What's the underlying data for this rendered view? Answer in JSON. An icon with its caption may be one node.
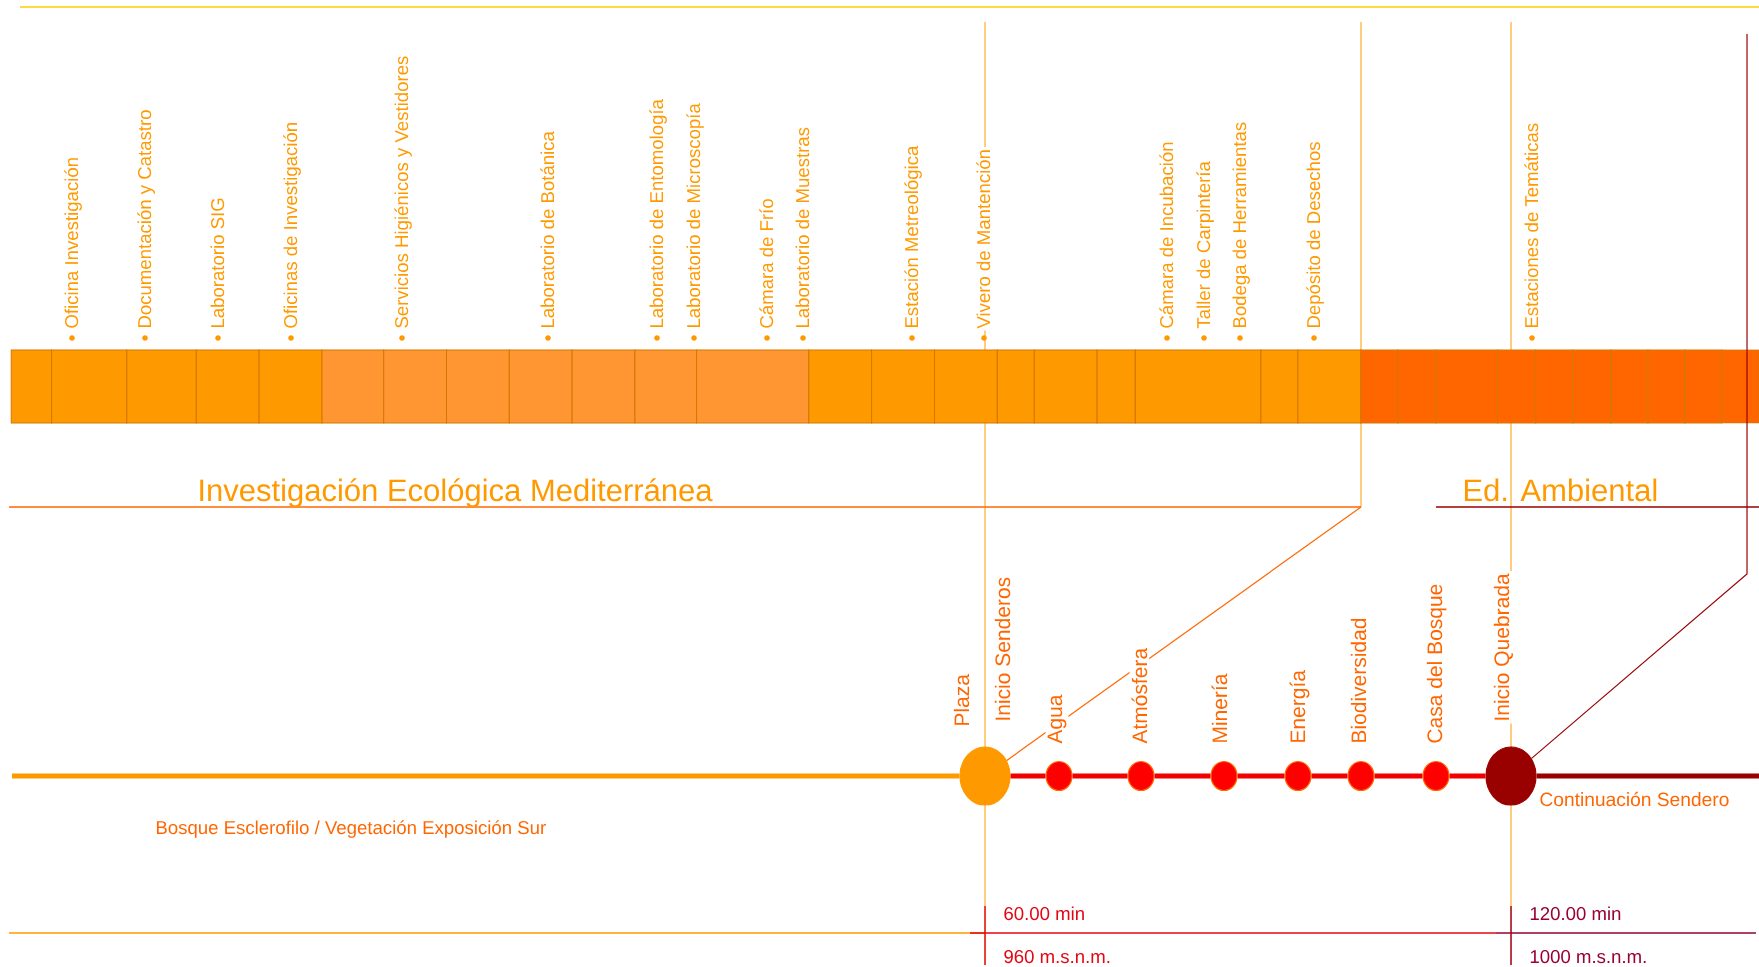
{
  "diagram": {
    "nodes": [
      {
        "text": [
          "Plaza",
          "Inicio Senderos"
        ]
      },
      {
        "text": [
          "Agua"
        ]
      },
      {
        "text": [
          "Atmósfera"
        ]
      },
      {
        "text": [
          "Minería"
        ]
      },
      {
        "text": [
          "Energía"
        ]
      },
      {
        "text": [
          "Biodiversidad"
        ]
      },
      {
        "text": [
          "Casa del Bosque"
        ]
      },
      {
        "text": [
          "Inicio Quebrada"
        ]
      }
    ],
    "edges": [
      {
        "from": 0,
        "to": 1,
        "arrow": "none"
      },
      {
        "from": 1,
        "to": 2,
        "arrow": "none"
      },
      {
        "from": 2,
        "to": 3,
        "arrow": "none"
      },
      {
        "from": 3,
        "to": 4,
        "arrow": "none"
      },
      {
        "from": 4,
        "to": 5,
        "arrow": "none"
      },
      {
        "from": 5,
        "to": 6,
        "arrow": "none"
      },
      {
        "from": 6,
        "to": 7,
        "arrow": "none"
      },
      {
        "from": null,
        "to": 0,
        "arrow": "none",
        "color": "#ff9900"
      },
      {
        "from": 7,
        "to": null,
        "arrow": "none",
        "color": "#990000"
      },
      {
        "from": 0,
        "to": null,
        "arrow": "none",
        "color": "#ff6600"
      },
      {
        "from": 7,
        "to": null,
        "arrow": "none",
        "color": "#990000"
      }
    ],
    "labels": [
      "Oficina Investigación",
      "Documentación y Catastro",
      "Laboratorio SIG",
      "Oficinas de Investigación",
      "Servicios Higiénicos y Vestidores",
      "Laboratorio de Botánica",
      "Laboratorio de Entomología",
      "Laboratorio de Microscopía",
      "Cámara de Frío",
      "Laboratorio de Muestras",
      "Estación Metreológica",
      "Vivero de Mantención",
      "Cámara de Incubación",
      "Taller de Carpintería",
      "Bodega de Herramientas",
      "Depósito de Desechos",
      "Estaciones de Temáticas",
      "Investigación Ecológica Mediterránea",
      "Ed. Ambiental",
      "Bosque Esclerofilo / Vegetación Exposición Sur",
      "Continuación Sendero",
      "60.00 min",
      "960 m.s.n.m.",
      "120.00 min",
      "1000 m.s.n.m."
    ]
  }
}
